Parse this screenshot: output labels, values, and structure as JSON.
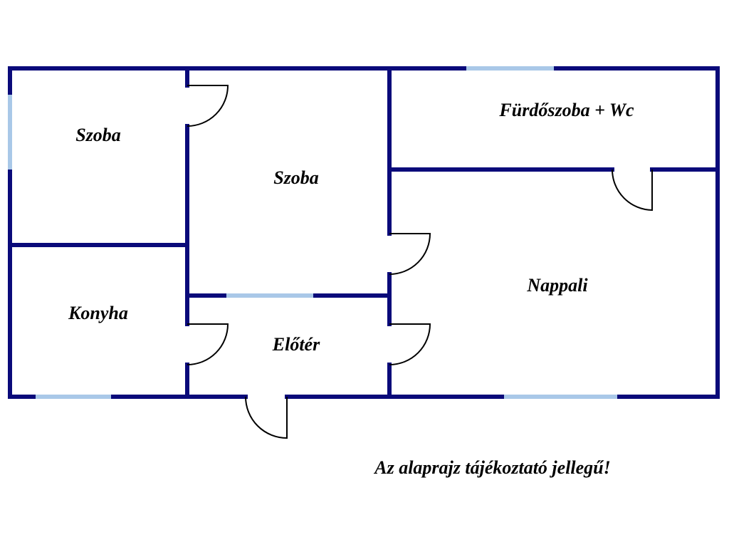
{
  "rooms": {
    "szoba_left": "Szoba",
    "szoba_middle": "Szoba",
    "bathroom": "Fürdőszoba + Wc",
    "nappali": "Nappali",
    "konyha": "Konyha",
    "eloter": "Előtér"
  },
  "note": "Az alaprajz tájékoztató jellegű!",
  "colors": {
    "wall": "#0a0a7a",
    "window": "#a9c8e8",
    "door": "#000000",
    "background": "#ffffff"
  }
}
